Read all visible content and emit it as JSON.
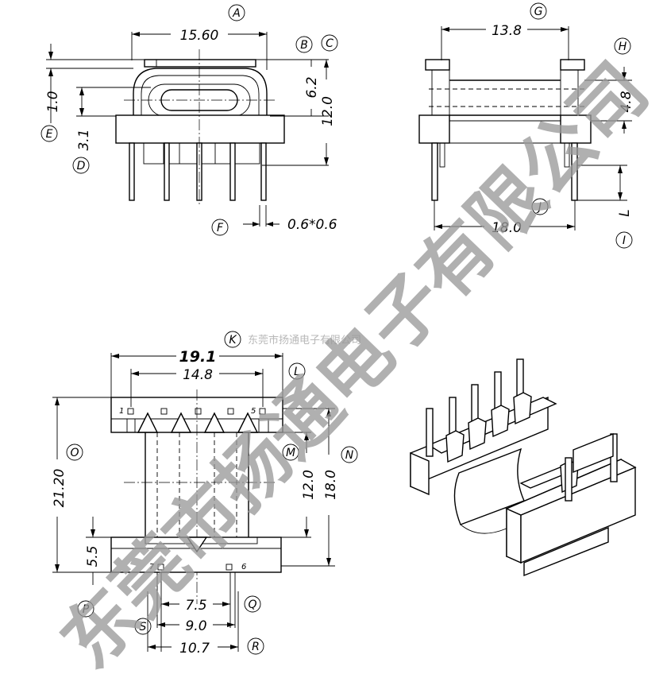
{
  "view_top_left": {
    "dimensions": {
      "width_top": "15.60",
      "body_depth": "6.2",
      "total_height": "12.0",
      "top_step": "1.0",
      "flange": "3.1",
      "pin_section": "0.6*0.6"
    },
    "callouts": [
      "A",
      "B",
      "C",
      "D",
      "E",
      "F"
    ]
  },
  "view_top_right": {
    "dimensions": {
      "width_top": "13.8",
      "body_height": "4.8",
      "pin_length": "L",
      "width_bottom": "18.0"
    },
    "callouts": [
      "G",
      "H",
      "I",
      "J"
    ]
  },
  "view_bottom_left": {
    "dimensions": {
      "overall_width": "19.1",
      "inner_width": "14.8",
      "overall_length": "21.20",
      "core_length": "12.0",
      "pin_row_span": "18.0",
      "end_step": "5.5",
      "pitch_a": "7.5",
      "pitch_b": "9.0",
      "pitch_c": "10.7"
    },
    "pins": {
      "p1": "1",
      "p5": "5",
      "p6": "6",
      "p7": "7"
    },
    "callouts": [
      "K",
      "L",
      "M",
      "N",
      "O",
      "P",
      "Q",
      "R",
      "S"
    ],
    "company": "东莞市扬通电子有限公司"
  },
  "watermark": "东莞市扬通电子有限公司",
  "colors": {
    "line": "#000000",
    "watermark": "#9a9a9a",
    "company": "#b8b8b8"
  }
}
